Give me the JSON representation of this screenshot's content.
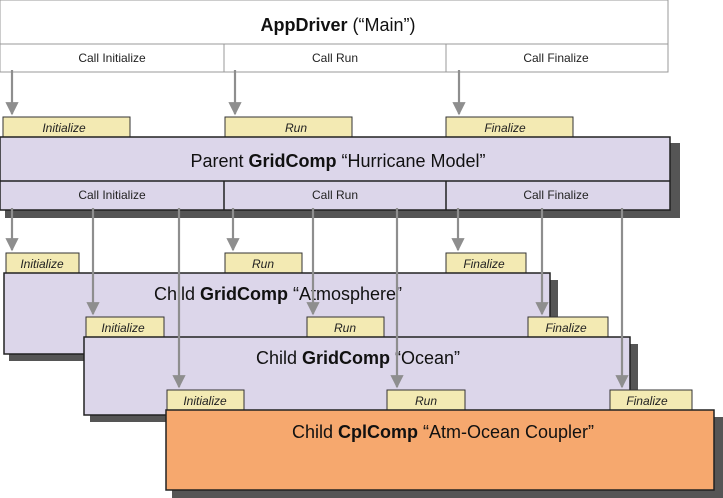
{
  "app_driver": {
    "title_bold": "AppDriver",
    "title_rest": " (“Main”)",
    "calls": [
      "Call Initialize",
      "Call Run",
      "Call Finalize"
    ]
  },
  "parent": {
    "prefix": "Parent ",
    "bold": "GridComp",
    "rest": " “Hurricane Model”",
    "tabs": [
      "Initialize",
      "Run",
      "Finalize"
    ],
    "calls": [
      "Call Initialize",
      "Call Run",
      "Call Finalize"
    ]
  },
  "atmosphere": {
    "prefix": "Child ",
    "bold": "GridComp",
    "rest": " “Atmosphere”",
    "tabs": [
      "Initialize",
      "Run",
      "Finalize"
    ]
  },
  "ocean": {
    "prefix": "Child ",
    "bold": "GridComp",
    "rest": " “Ocean”",
    "tabs": [
      "Initialize",
      "Run",
      "Finalize"
    ]
  },
  "coupler": {
    "prefix": "Child ",
    "bold": "CplComp",
    "rest": " “Atm-Ocean Coupler”",
    "tabs": [
      "Initialize",
      "Run",
      "Finalize"
    ]
  },
  "colors": {
    "gridcomp_fill": "#dcd6ea",
    "coupler_fill": "#f6a86e",
    "tab_fill": "#f3eab3",
    "shadow": "#555555",
    "arrow": "#8e8e8e"
  }
}
